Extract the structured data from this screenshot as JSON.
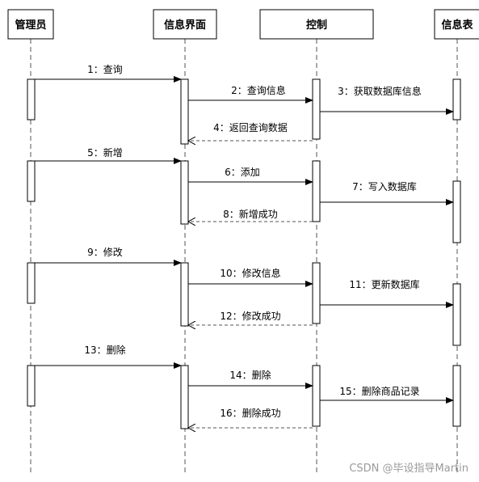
{
  "participants": [
    {
      "id": "admin",
      "label": "管理员"
    },
    {
      "id": "ui",
      "label": "信息界面"
    },
    {
      "id": "ctrl",
      "label": "控制"
    },
    {
      "id": "table",
      "label": "信息表"
    }
  ],
  "messages": [
    {
      "num": "1",
      "text": "查询",
      "from": "admin",
      "to": "ui",
      "dashed": false
    },
    {
      "num": "2",
      "text": "查询信息",
      "from": "ui",
      "to": "ctrl",
      "dashed": false
    },
    {
      "num": "3",
      "text": "获取数据库信息",
      "from": "ctrl",
      "to": "table",
      "dashed": false
    },
    {
      "num": "4",
      "text": "返回查询数据",
      "from": "ctrl",
      "to": "ui",
      "dashed": true
    },
    {
      "num": "5",
      "text": "新增",
      "from": "admin",
      "to": "ui",
      "dashed": false
    },
    {
      "num": "6",
      "text": "添加",
      "from": "ui",
      "to": "ctrl",
      "dashed": false
    },
    {
      "num": "7",
      "text": "写入数据库",
      "from": "ctrl",
      "to": "table",
      "dashed": false
    },
    {
      "num": "8",
      "text": "新增成功",
      "from": "ctrl",
      "to": "ui",
      "dashed": true
    },
    {
      "num": "9",
      "text": "修改",
      "from": "admin",
      "to": "ui",
      "dashed": false
    },
    {
      "num": "10",
      "text": "修改信息",
      "from": "ui",
      "to": "ctrl",
      "dashed": false
    },
    {
      "num": "11",
      "text": "更新数据库",
      "from": "ctrl",
      "to": "table",
      "dashed": false
    },
    {
      "num": "12",
      "text": "修改成功",
      "from": "ctrl",
      "to": "ui",
      "dashed": true
    },
    {
      "num": "13",
      "text": "删除",
      "from": "admin",
      "to": "ui",
      "dashed": false
    },
    {
      "num": "14",
      "text": "删除",
      "from": "ui",
      "to": "ctrl",
      "dashed": false
    },
    {
      "num": "15",
      "text": "删除商品记录",
      "from": "ctrl",
      "to": "table",
      "dashed": false
    },
    {
      "num": "16",
      "text": "删除成功",
      "from": "ctrl",
      "to": "ui",
      "dashed": true
    }
  ],
  "watermark": "CSDN @毕设指导Martin"
}
